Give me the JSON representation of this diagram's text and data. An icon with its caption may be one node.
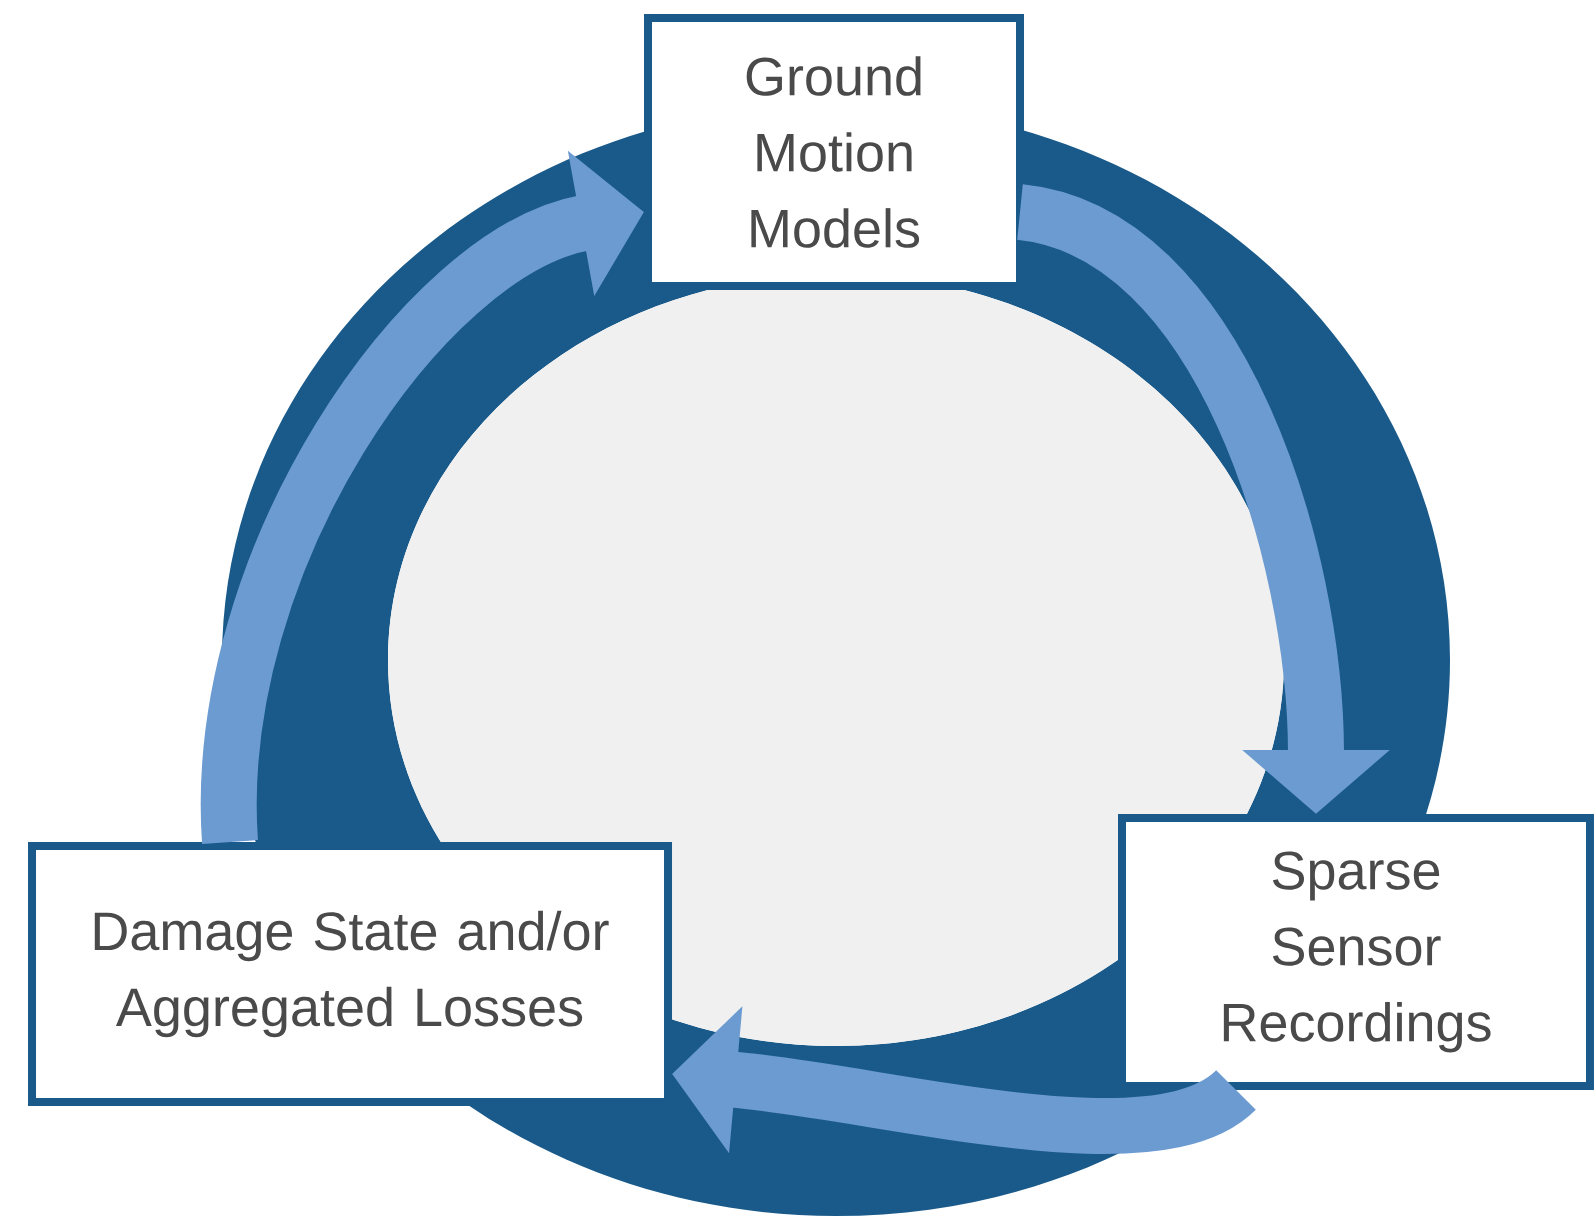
{
  "diagram": {
    "nodes": [
      {
        "text": [
          "Ground Motion Models"
        ]
      },
      {
        "text": [
          "Sparse Sensor Recordings"
        ]
      },
      {
        "text": [
          "Damage State and/or Aggregated Losses"
        ]
      }
    ],
    "edges": [
      {
        "from": 0,
        "to": 1,
        "arrow": "to"
      },
      {
        "from": 1,
        "to": 2,
        "arrow": "to"
      },
      {
        "from": 2,
        "to": 0,
        "arrow": "to"
      }
    ]
  }
}
